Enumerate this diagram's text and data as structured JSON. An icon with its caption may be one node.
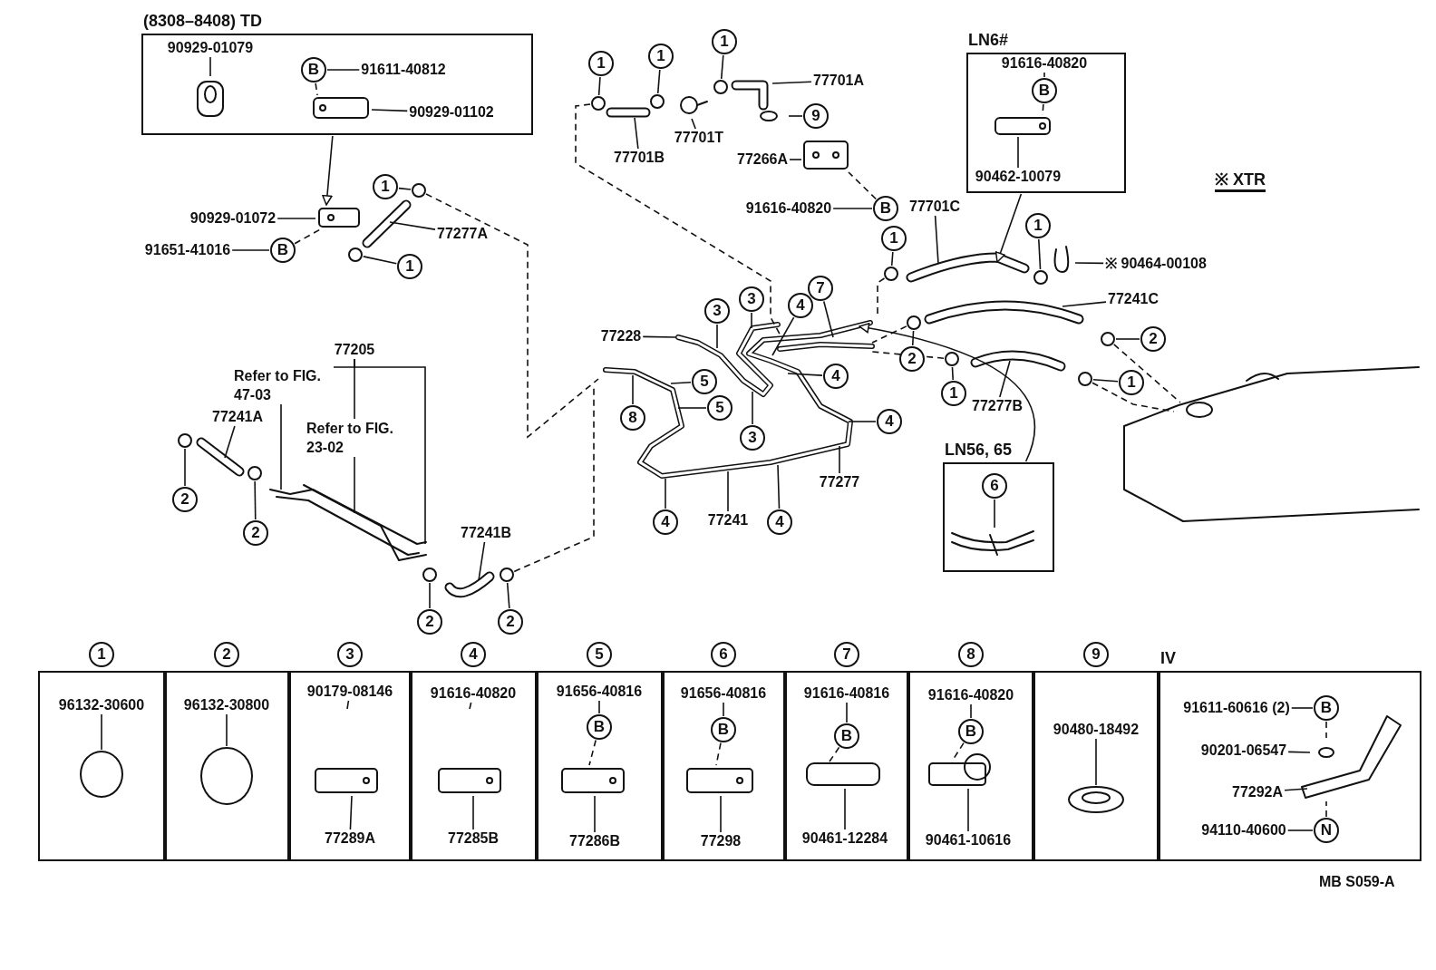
{
  "diagram": {
    "nodes": [
      {
        "text": [
          "(8308–8408) TD"
        ]
      },
      {
        "text": [
          "90929-01079"
        ],
        "in": 0
      },
      {
        "text": [
          "B"
        ],
        "in": 0
      },
      {
        "text": [
          "91611-40812"
        ],
        "in": 0
      },
      {
        "text": [
          "90929-01102"
        ],
        "in": 0
      },
      {
        "text": [
          "90929-01072"
        ]
      },
      {
        "text": [
          "B"
        ]
      },
      {
        "text": [
          "91651-41016"
        ]
      },
      {
        "text": [
          "1"
        ]
      },
      {
        "text": [
          "77277A"
        ]
      },
      {
        "text": [
          "1"
        ]
      },
      {
        "text": [
          "1"
        ]
      },
      {
        "text": [
          "1"
        ]
      },
      {
        "text": [
          "1"
        ]
      },
      {
        "text": [
          "77701A"
        ]
      },
      {
        "text": [
          "9"
        ]
      },
      {
        "text": [
          "77701B"
        ]
      },
      {
        "text": [
          "77701T"
        ]
      },
      {
        "text": [
          "77266A"
        ]
      },
      {
        "text": [
          "91616-40820"
        ]
      },
      {
        "text": [
          "B"
        ]
      },
      {
        "text": [
          "LN6#"
        ]
      },
      {
        "text": [
          "91616-40820"
        ],
        "in": 21
      },
      {
        "text": [
          "B"
        ],
        "in": 21
      },
      {
        "text": [
          "90462-10079"
        ],
        "in": 21
      },
      {
        "text": [
          "77701C"
        ]
      },
      {
        "text": [
          "1"
        ]
      },
      {
        "text": [
          "1"
        ]
      },
      {
        "text": [
          "※ 90464-00108"
        ]
      },
      {
        "text": [
          "77241C"
        ]
      },
      {
        "text": [
          "2"
        ]
      },
      {
        "text": [
          "2"
        ]
      },
      {
        "text": [
          "1"
        ]
      },
      {
        "text": [
          "77277B"
        ]
      },
      {
        "text": [
          "1"
        ]
      },
      {
        "text": [
          "77205"
        ]
      },
      {
        "text": [
          "77241A"
        ]
      },
      {
        "text": [
          "2"
        ]
      },
      {
        "text": [
          "2"
        ]
      },
      {
        "text": [
          "77241B"
        ]
      },
      {
        "text": [
          "2"
        ]
      },
      {
        "text": [
          "2"
        ]
      },
      {
        "text": [
          "77228"
        ]
      },
      {
        "text": [
          "3"
        ]
      },
      {
        "text": [
          "3"
        ]
      },
      {
        "text": [
          "4"
        ]
      },
      {
        "text": [
          "7"
        ]
      },
      {
        "text": [
          "5"
        ]
      },
      {
        "text": [
          "5"
        ]
      },
      {
        "text": [
          "8"
        ]
      },
      {
        "text": [
          "3"
        ]
      },
      {
        "text": [
          "4"
        ]
      },
      {
        "text": [
          "4"
        ]
      },
      {
        "text": [
          "77277"
        ]
      },
      {
        "text": [
          "4"
        ]
      },
      {
        "text": [
          "77241"
        ]
      },
      {
        "text": [
          "4"
        ]
      },
      {
        "text": [
          "LN56, 65"
        ]
      },
      {
        "text": [
          "6"
        ],
        "in": 57
      },
      {
        "text": [
          "1"
        ]
      },
      {
        "text": [
          "2"
        ]
      },
      {
        "text": [
          "3"
        ]
      },
      {
        "text": [
          "4"
        ]
      },
      {
        "text": [
          "5"
        ]
      },
      {
        "text": [
          "6"
        ]
      },
      {
        "text": [
          "7"
        ]
      },
      {
        "text": [
          "8"
        ]
      },
      {
        "text": [
          "9"
        ]
      },
      {
        "text": [],
        "shape": "box"
      },
      {
        "text": [],
        "shape": "box"
      },
      {
        "text": [],
        "shape": "box"
      },
      {
        "text": [],
        "shape": "box"
      },
      {
        "text": [],
        "shape": "box"
      },
      {
        "text": [],
        "shape": "box"
      },
      {
        "text": [],
        "shape": "box"
      },
      {
        "text": [],
        "shape": "box"
      },
      {
        "text": [],
        "shape": "box"
      },
      {
        "text": [
          "IV"
        ]
      },
      {
        "text": [
          "96132-30600"
        ],
        "in": 68
      },
      {
        "text": [
          "96132-30800"
        ],
        "in": 69
      },
      {
        "text": [
          "90179-08146"
        ],
        "in": 70
      },
      {
        "text": [
          "77289A"
        ],
        "in": 70
      },
      {
        "text": [
          "91616-40820"
        ],
        "in": 71
      },
      {
        "text": [
          "77285B"
        ],
        "in": 71
      },
      {
        "text": [
          "91656-40816"
        ],
        "in": 72
      },
      {
        "text": [
          "B"
        ],
        "in": 72
      },
      {
        "text": [
          "77286B"
        ],
        "in": 72
      },
      {
        "text": [
          "91656-40816"
        ],
        "in": 73
      },
      {
        "text": [
          "B"
        ],
        "in": 73
      },
      {
        "text": [
          "77298"
        ],
        "in": 73
      },
      {
        "text": [
          "91616-40816"
        ],
        "in": 74
      },
      {
        "text": [
          "B"
        ],
        "in": 74
      },
      {
        "text": [
          "90461-12284"
        ],
        "in": 74
      },
      {
        "text": [
          "91616-40820"
        ],
        "in": 75
      },
      {
        "text": [
          "B"
        ],
        "in": 75
      },
      {
        "text": [
          "90461-10616"
        ],
        "in": 75
      },
      {
        "text": [
          "90480-18492"
        ],
        "in": 76
      },
      {
        "text": [
          "91611-60616 (2)"
        ],
        "in": 77
      },
      {
        "text": [
          "B"
        ],
        "in": 77
      },
      {
        "text": [
          "90201-06547"
        ],
        "in": 77
      },
      {
        "text": [
          "77292A"
        ],
        "in": 77
      },
      {
        "text": [
          "94110-40600"
        ],
        "in": 77
      },
      {
        "text": [
          "N"
        ],
        "in": 77
      },
      {
        "text": [],
        "shape": "circle"
      },
      {
        "text": [],
        "shape": "circle"
      },
      {
        "text": [],
        "shape": "circle"
      },
      {
        "text": [],
        "shape": "circle"
      },
      {
        "text": [],
        "shape": "circle"
      },
      {
        "text": [],
        "shape": "circle"
      },
      {
        "text": [],
        "shape": "circle"
      },
      {
        "text": [],
        "shape": "circle"
      },
      {
        "text": [],
        "shape": "circle"
      },
      {
        "text": [],
        "shape": "circle"
      },
      {
        "text": [],
        "shape": "circle"
      },
      {
        "text": [],
        "shape": "circle"
      },
      {
        "text": [],
        "shape": "circle"
      },
      {
        "text": [],
        "shape": "circle"
      },
      {
        "text": [],
        "shape": "circle"
      },
      {
        "text": [],
        "shape": "circle",
        "in": 68
      },
      {
        "text": [],
        "shape": "circle",
        "in": 69
      }
    ],
    "edges": [
      {
        "from": 1,
        "to": null,
        "arrow": "none"
      },
      {
        "from": 3,
        "to": 2,
        "arrow": "none"
      },
      {
        "from": 2,
        "to": null,
        "arrow": "none",
        "style": "dashed"
      },
      {
        "from": 4,
        "to": null,
        "arrow": "none"
      },
      {
        "from": 0,
        "to": null,
        "arrow": "to"
      },
      {
        "from": 5,
        "to": null,
        "arrow": "none"
      },
      {
        "from": 7,
        "to": 6,
        "arrow": "none"
      },
      {
        "from": 6,
        "to": null,
        "arrow": "none",
        "style": "dashed"
      },
      {
        "from": 8,
        "to": 106,
        "arrow": "none"
      },
      {
        "from": 9,
        "to": null,
        "arrow": "none"
      },
      {
        "from": 10,
        "to": 105,
        "arrow": "none"
      },
      {
        "from": 11,
        "to": 109,
        "arrow": "none"
      },
      {
        "from": 12,
        "to": 110,
        "arrow": "none"
      },
      {
        "from": 13,
        "to": 111,
        "arrow": "none"
      },
      {
        "from": 14,
        "to": null,
        "arrow": "none"
      },
      {
        "from": 15,
        "to": null,
        "arrow": "none"
      },
      {
        "from": 16,
        "to": null,
        "arrow": "none"
      },
      {
        "from": 17,
        "to": null,
        "arrow": "none"
      },
      {
        "from": 18,
        "to": null,
        "arrow": "none"
      },
      {
        "from": 19,
        "to": 20,
        "arrow": "none"
      },
      {
        "from": 20,
        "to": null,
        "arrow": "none",
        "style": "dashed"
      },
      {
        "from": 22,
        "to": 23,
        "arrow": "none"
      },
      {
        "from": 23,
        "to": null,
        "arrow": "none",
        "style": "dashed"
      },
      {
        "from": 24,
        "to": null,
        "arrow": "none"
      },
      {
        "from": 21,
        "to": null,
        "arrow": "to"
      },
      {
        "from": 25,
        "to": null,
        "arrow": "none"
      },
      {
        "from": 26,
        "to": 112,
        "arrow": "none"
      },
      {
        "from": 27,
        "to": 115,
        "arrow": "none"
      },
      {
        "from": 28,
        "to": null,
        "arrow": "none"
      },
      {
        "from": 29,
        "to": null,
        "arrow": "none"
      },
      {
        "from": 30,
        "to": 117,
        "arrow": "none"
      },
      {
        "from": 31,
        "to": 113,
        "arrow": "none"
      },
      {
        "from": 32,
        "to": 114,
        "arrow": "none"
      },
      {
        "from": 33,
        "to": null,
        "arrow": "none"
      },
      {
        "from": 34,
        "to": 116,
        "arrow": "none"
      },
      {
        "from": 35,
        "to": null,
        "arrow": "none"
      },
      {
        "from": 35,
        "to": null,
        "arrow": "none"
      },
      {
        "from": 35,
        "to": null,
        "arrow": "none"
      },
      {
        "from": 36,
        "to": null,
        "arrow": "none"
      },
      {
        "from": 37,
        "to": 103,
        "arrow": "none"
      },
      {
        "from": 38,
        "to": 104,
        "arrow": "none"
      },
      {
        "from": 39,
        "to": null,
        "arrow": "none"
      },
      {
        "from": 40,
        "to": 107,
        "arrow": "none"
      },
      {
        "from": 41,
        "to": 108,
        "arrow": "none"
      },
      {
        "from": 42,
        "to": null,
        "arrow": "none"
      },
      {
        "from": 43,
        "to": null,
        "arrow": "none"
      },
      {
        "from": 44,
        "to": null,
        "arrow": "none"
      },
      {
        "from": 45,
        "to": null,
        "arrow": "none"
      },
      {
        "from": 46,
        "to": null,
        "arrow": "none"
      },
      {
        "from": 47,
        "to": null,
        "arrow": "none"
      },
      {
        "from": 48,
        "to": null,
        "arrow": "none"
      },
      {
        "from": 49,
        "to": null,
        "arrow": "none"
      },
      {
        "from": 50,
        "to": null,
        "arrow": "none"
      },
      {
        "from": 51,
        "to": null,
        "arrow": "none"
      },
      {
        "from": 52,
        "to": null,
        "arrow": "none"
      },
      {
        "from": 53,
        "to": null,
        "arrow": "none"
      },
      {
        "from": 54,
        "to": null,
        "arrow": "none"
      },
      {
        "from": 55,
        "to": null,
        "arrow": "none"
      },
      {
        "from": 56,
        "to": null,
        "arrow": "none"
      },
      {
        "from": 57,
        "to": null,
        "arrow": "to"
      },
      {
        "from": 58,
        "to": null,
        "arrow": "none"
      },
      {
        "from": 78,
        "to": 118,
        "arrow": "none"
      },
      {
        "from": 79,
        "to": 119,
        "arrow": "none"
      },
      {
        "from": 80,
        "to": null,
        "arrow": "none"
      },
      {
        "from": 81,
        "to": null,
        "arrow": "none"
      },
      {
        "from": 82,
        "to": null,
        "arrow": "none"
      },
      {
        "from": 83,
        "to": null,
        "arrow": "none"
      },
      {
        "from": 84,
        "to": 85,
        "arrow": "none"
      },
      {
        "from": 85,
        "to": null,
        "arrow": "none",
        "style": "dashed"
      },
      {
        "from": 86,
        "to": null,
        "arrow": "none"
      },
      {
        "from": 87,
        "to": 88,
        "arrow": "none"
      },
      {
        "from": 88,
        "to": null,
        "arrow": "none",
        "style": "dashed"
      },
      {
        "from": 89,
        "to": null,
        "arrow": "none"
      },
      {
        "from": 90,
        "to": 91,
        "arrow": "none"
      },
      {
        "from": 91,
        "to": null,
        "arrow": "none",
        "style": "dashed"
      },
      {
        "from": 92,
        "to": null,
        "arrow": "none"
      },
      {
        "from": 93,
        "to": 94,
        "arrow": "none"
      },
      {
        "from": 94,
        "to": null,
        "arrow": "none",
        "style": "dashed"
      },
      {
        "from": 95,
        "to": null,
        "arrow": "none"
      },
      {
        "from": 96,
        "to": null,
        "arrow": "none"
      },
      {
        "from": 97,
        "to": 98,
        "arrow": "none"
      },
      {
        "from": 98,
        "to": null,
        "arrow": "none",
        "style": "dashed"
      },
      {
        "from": 99,
        "to": null,
        "arrow": "none"
      },
      {
        "from": 100,
        "to": null,
        "arrow": "none"
      },
      {
        "from": 101,
        "to": 102,
        "arrow": "none"
      },
      {
        "from": 102,
        "to": null,
        "arrow": "none",
        "style": "dashed"
      },
      {
        "from": 109,
        "to": null,
        "arrow": "none",
        "style": "dashed"
      },
      {
        "from": 106,
        "to": null,
        "arrow": "none",
        "style": "dashed"
      },
      {
        "from": 108,
        "to": null,
        "arrow": "none",
        "style": "dashed"
      },
      {
        "from": 117,
        "to": null,
        "arrow": "none",
        "style": "dashed"
      },
      {
        "from": 116,
        "to": null,
        "arrow": "none",
        "style": "dashed"
      },
      {
        "from": 112,
        "to": null,
        "arrow": "none",
        "style": "dashed"
      },
      {
        "from": 113,
        "to": null,
        "arrow": "none",
        "style": "dashed"
      },
      {
        "from": 114,
        "to": null,
        "arrow": "none",
        "style": "dashed"
      }
    ],
    "labels": [
      "※ XTR",
      "Refer to FIG. 47-03",
      "Refer to FIG. 23-02",
      "MB S059-A"
    ]
  }
}
